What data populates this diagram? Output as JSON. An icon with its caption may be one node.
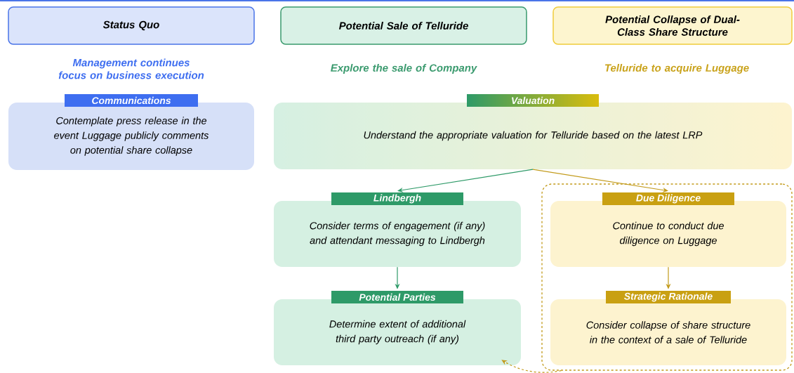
{
  "diagram": {
    "nodes": [
      {
        "text": [
          "Status Quo"
        ]
      },
      {
        "text": [
          "Potential Sale of Telluride"
        ]
      },
      {
        "text": [
          "Potential Collapse of Dual-Class Share Structure"
        ]
      },
      {
        "text": [
          "Communications",
          "Contemplate press release in the event Luggage publicly comments on potential share collapse"
        ]
      },
      {
        "text": [
          "Valuation",
          "Understand the appropriate valuation for Telluride based on the latest LRP"
        ]
      },
      {
        "text": [
          "Lindbergh",
          "Consider terms of engagement (if any) and attendant messaging to Lindbergh"
        ]
      },
      {
        "text": [
          "Potential Parties",
          "Determine extent of additional third party outreach (if any)"
        ]
      },
      {
        "text": [],
        "shape": "box"
      },
      {
        "text": [
          "Due Diligence",
          "Continue to conduct due diligence on Luggage"
        ],
        "in": 7
      },
      {
        "text": [
          "Strategic Rationale",
          "Consider collapse of share structure in the context of a sale of Telluride"
        ],
        "in": 7
      }
    ],
    "edges": [
      {
        "from": 4,
        "to": 5,
        "arrow": "to",
        "color": "#2e9a68"
      },
      {
        "from": 4,
        "to": 8,
        "arrow": "to"
      },
      {
        "from": 5,
        "to": 6,
        "arrow": "to",
        "color": "#2e9a68"
      },
      {
        "from": 8,
        "to": 9,
        "arrow": "to"
      },
      {
        "from": 7,
        "to": 6,
        "arrow": "to",
        "style": "dashed"
      }
    ],
    "labels": [
      "Management continues focus on business execution",
      "Explore the sale of Company",
      "Telluride to acquire Luggage"
    ]
  }
}
